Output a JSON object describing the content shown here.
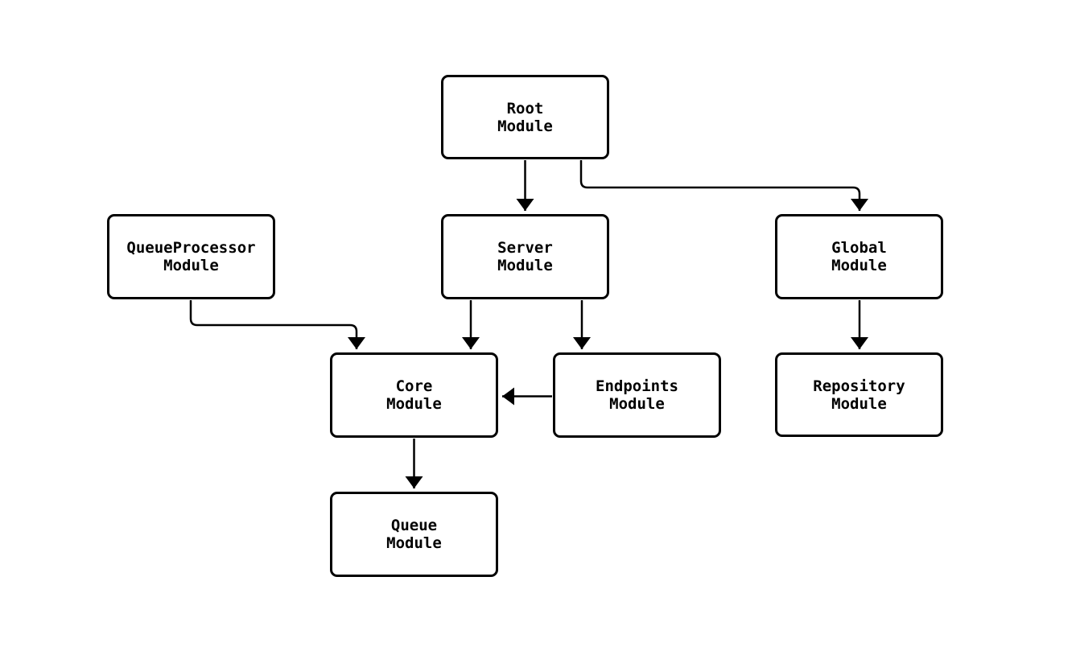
{
  "diagram": {
    "type": "module-dependency-graph",
    "colors": {
      "background": "#ffffff",
      "stroke": "#000000",
      "text": "#000000",
      "node_fill": "#ffffff"
    },
    "nodes": [
      {
        "id": "root",
        "line1": "Root",
        "line2": "Module"
      },
      {
        "id": "queueprocessor",
        "line1": "QueueProcessor",
        "line2": "Module"
      },
      {
        "id": "server",
        "line1": "Server",
        "line2": "Module"
      },
      {
        "id": "global",
        "line1": "Global",
        "line2": "Module"
      },
      {
        "id": "core",
        "line1": "Core",
        "line2": "Module"
      },
      {
        "id": "endpoints",
        "line1": "Endpoints",
        "line2": "Module"
      },
      {
        "id": "repository",
        "line1": "Repository",
        "line2": "Module"
      },
      {
        "id": "queue",
        "line1": "Queue",
        "line2": "Module"
      }
    ],
    "edges": [
      {
        "from": "Root Module",
        "to": "Server Module"
      },
      {
        "from": "Root Module",
        "to": "Global Module"
      },
      {
        "from": "QueueProcessor Module",
        "to": "Core Module"
      },
      {
        "from": "Server Module",
        "to": "Core Module"
      },
      {
        "from": "Server Module",
        "to": "Endpoints Module"
      },
      {
        "from": "Endpoints Module",
        "to": "Core Module"
      },
      {
        "from": "Global Module",
        "to": "Repository Module"
      },
      {
        "from": "Core Module",
        "to": "Queue Module"
      }
    ]
  }
}
